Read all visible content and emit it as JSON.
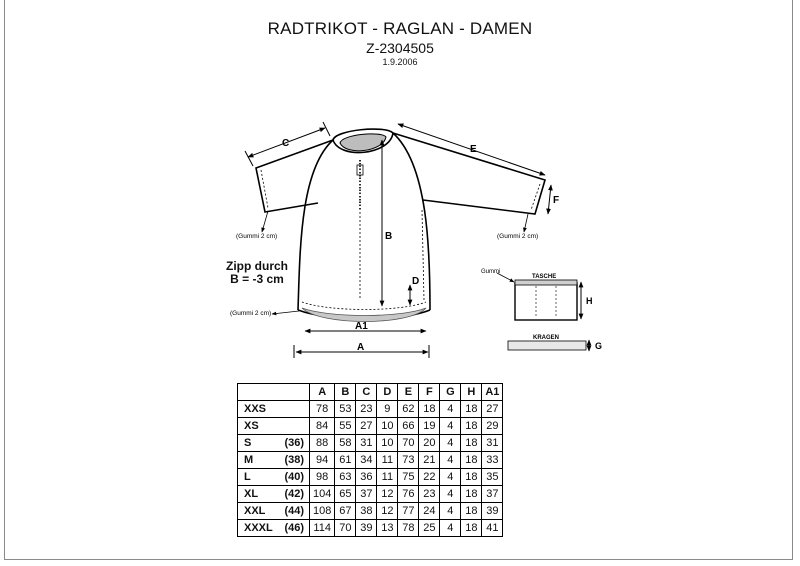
{
  "header": {
    "title": "RADTRIKOT - RAGLAN - DAMEN",
    "code": "Z-2304505",
    "date": "1.9.2006"
  },
  "diagram": {
    "labels": {
      "C": "C",
      "E": "E",
      "F": "F",
      "B": "B",
      "D": "D",
      "A1": "A1",
      "A": "A",
      "H": "H",
      "G": "G"
    },
    "notes": {
      "gummi_left": "(Gummi 2 cm)",
      "gummi_right": "(Gummi 2 cm)",
      "gummi_bottom": "(Gummi 2 cm)",
      "zipp_line1": "Zipp durch",
      "zipp_line2": "B = -3 cm",
      "pocket_gummi": "Gummi",
      "pocket_title": "TASCHE",
      "collar_title": "KRAGEN"
    }
  },
  "size_table": {
    "columns": [
      "A",
      "B",
      "C",
      "D",
      "E",
      "F",
      "G",
      "H",
      "A1"
    ],
    "rows": [
      {
        "size": "XXS",
        "num": "",
        "values": [
          "78",
          "53",
          "23",
          "9",
          "62",
          "18",
          "4",
          "18",
          "27"
        ]
      },
      {
        "size": "XS",
        "num": "",
        "values": [
          "84",
          "55",
          "27",
          "10",
          "66",
          "19",
          "4",
          "18",
          "29"
        ]
      },
      {
        "size": "S",
        "num": "(36)",
        "values": [
          "88",
          "58",
          "31",
          "10",
          "70",
          "20",
          "4",
          "18",
          "31"
        ]
      },
      {
        "size": "M",
        "num": "(38)",
        "values": [
          "94",
          "61",
          "34",
          "11",
          "73",
          "21",
          "4",
          "18",
          "33"
        ]
      },
      {
        "size": "L",
        "num": "(40)",
        "values": [
          "98",
          "63",
          "36",
          "11",
          "75",
          "22",
          "4",
          "18",
          "35"
        ]
      },
      {
        "size": "XL",
        "num": "(42)",
        "values": [
          "104",
          "65",
          "37",
          "12",
          "76",
          "23",
          "4",
          "18",
          "37"
        ]
      },
      {
        "size": "XXL",
        "num": "(44)",
        "values": [
          "108",
          "67",
          "38",
          "12",
          "77",
          "24",
          "4",
          "18",
          "39"
        ]
      },
      {
        "size": "XXXL",
        "num": "(46)",
        "values": [
          "114",
          "70",
          "39",
          "13",
          "78",
          "25",
          "4",
          "18",
          "41"
        ]
      }
    ]
  }
}
